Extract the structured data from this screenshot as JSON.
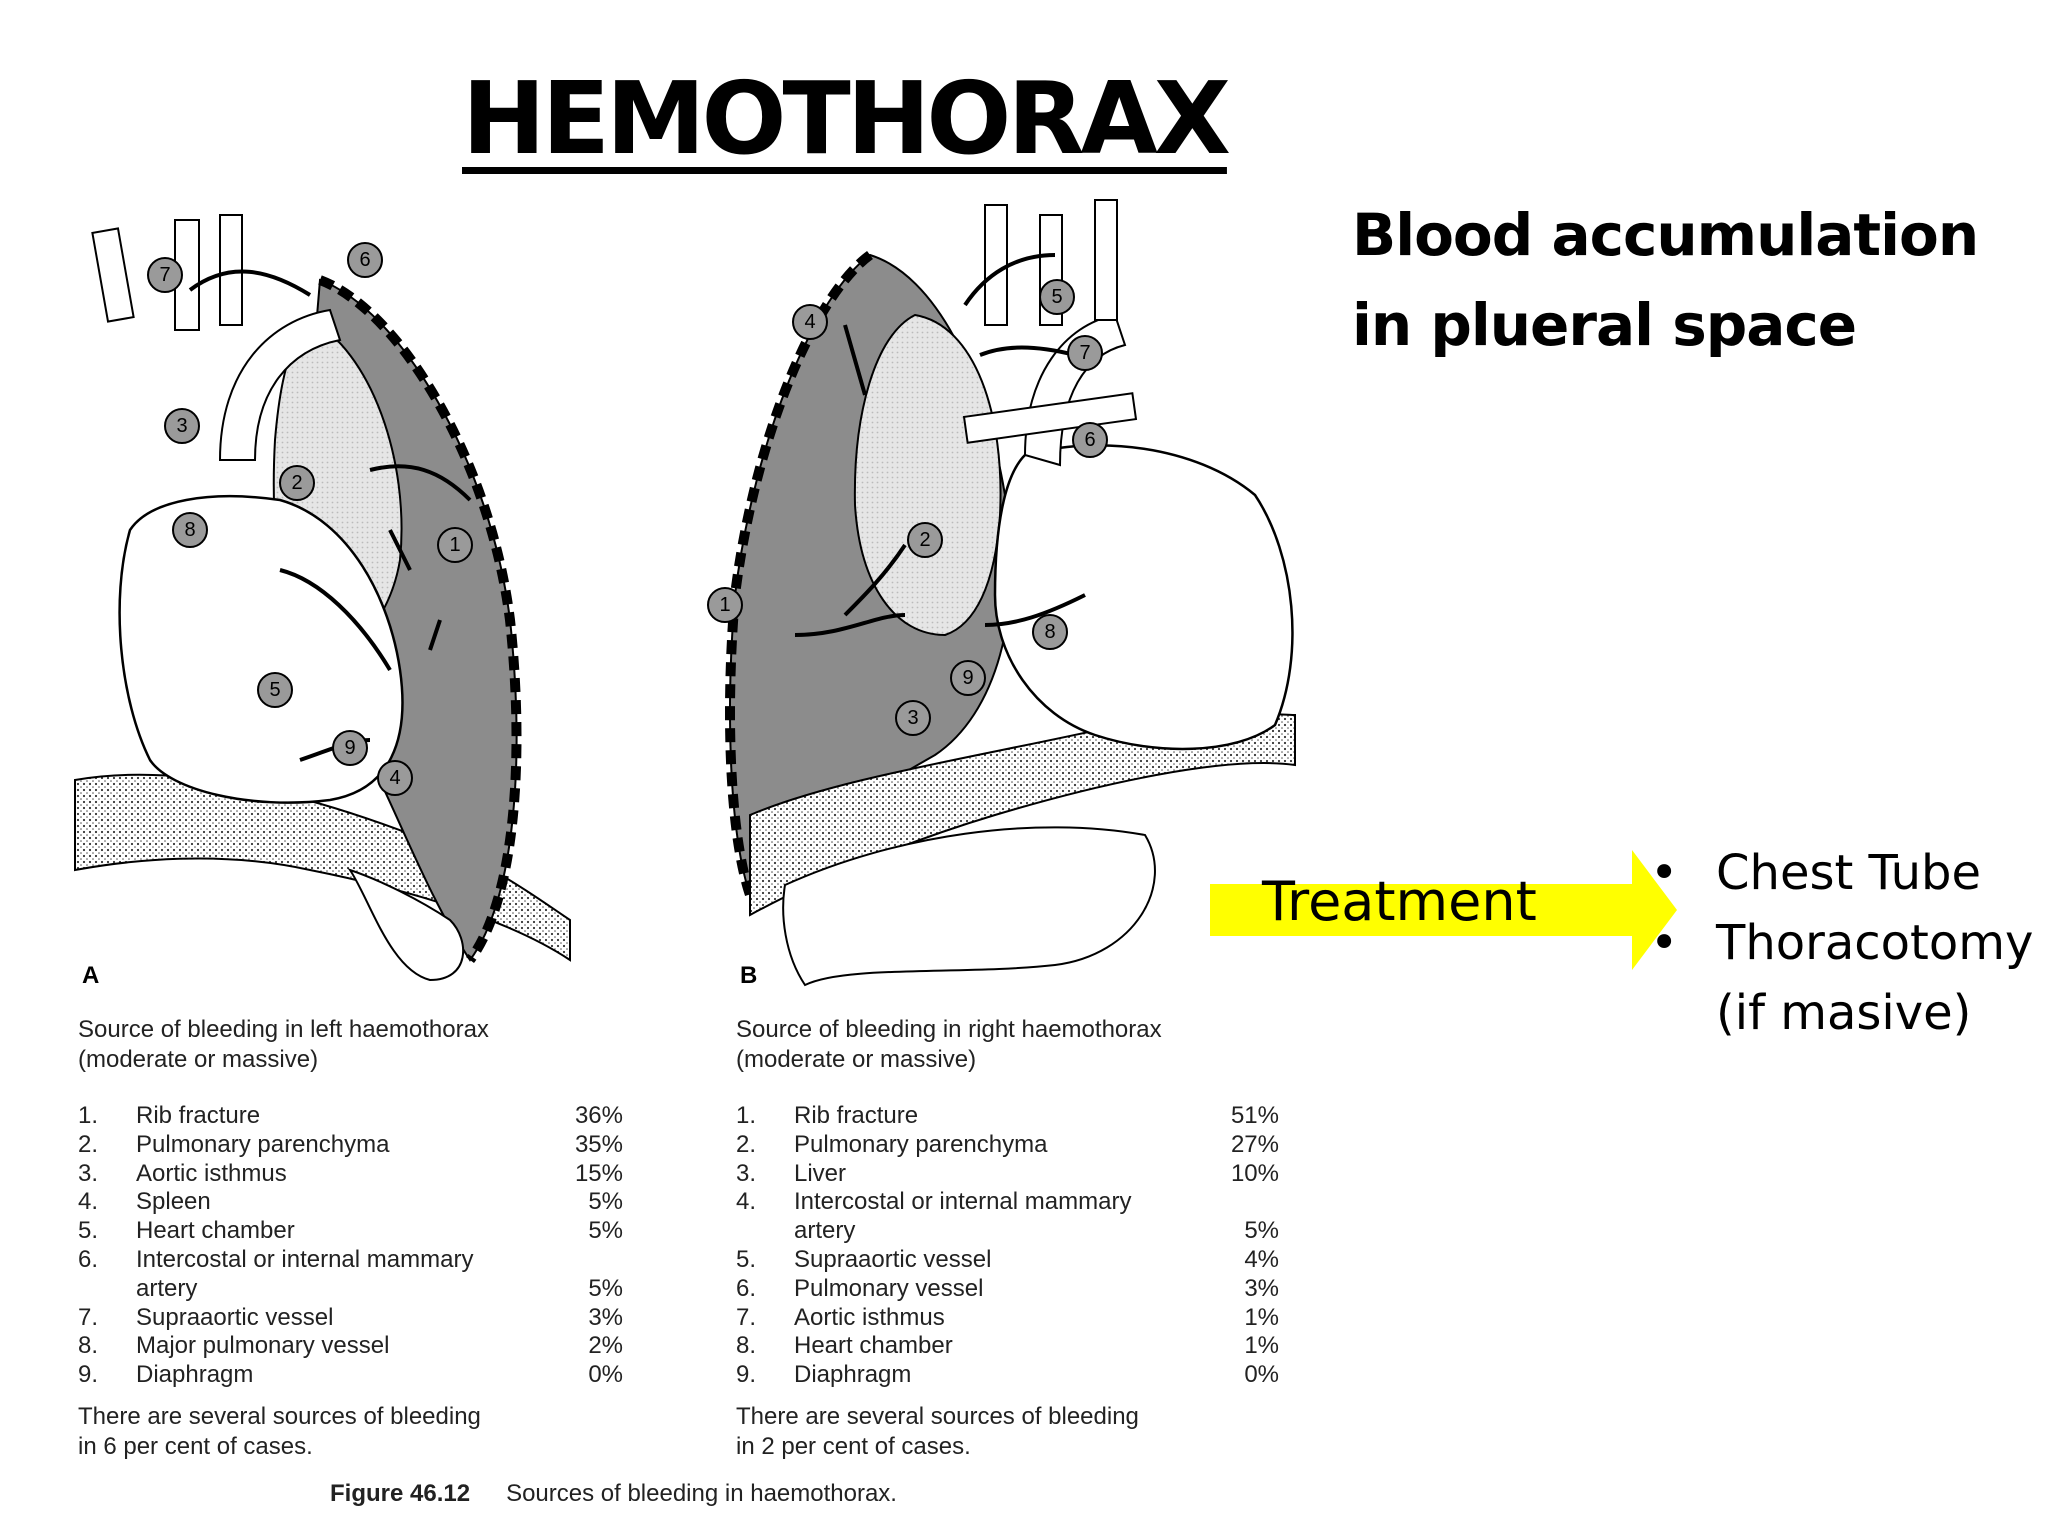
{
  "slide": {
    "title": "HEMOTHORAX",
    "subtitle": "Blood accumulation in plueral space"
  },
  "treatment": {
    "label": "Treatment",
    "arrow_color": "#ffff00",
    "items": [
      {
        "line1": "Chest Tube",
        "line2": ""
      },
      {
        "line1": "Thoracotomy",
        "line2": "(if masive)"
      }
    ]
  },
  "figure": {
    "caption_number": "Figure 46.12",
    "caption_text": "Sources of bleeding in haemothorax.",
    "panels": [
      {
        "letter": "A",
        "caption_line1": "Source of bleeding in left haemothorax",
        "caption_line2": "(moderate or massive)",
        "markers": [
          "1",
          "2",
          "3",
          "4",
          "5",
          "6",
          "7",
          "8",
          "9"
        ],
        "rows": [
          {
            "num": "1.",
            "label": "Rib fracture",
            "pct": "36%"
          },
          {
            "num": "2.",
            "label": "Pulmonary parenchyma",
            "pct": "35%"
          },
          {
            "num": "3.",
            "label": "Aortic isthmus",
            "pct": "15%"
          },
          {
            "num": "4.",
            "label": "Spleen",
            "pct": "5%"
          },
          {
            "num": "5.",
            "label": "Heart chamber",
            "pct": "5%"
          },
          {
            "num": "6.",
            "label": "Intercostal or internal mammary",
            "pct": ""
          },
          {
            "num": "",
            "label": "artery",
            "pct": "5%"
          },
          {
            "num": "7.",
            "label": "Supraaortic vessel",
            "pct": "3%"
          },
          {
            "num": "8.",
            "label": "Major pulmonary vessel",
            "pct": "2%"
          },
          {
            "num": "9.",
            "label": "Diaphragm",
            "pct": "0%"
          }
        ],
        "footnote_line1": "There are several sources of bleeding",
        "footnote_line2": "in 6 per cent of cases."
      },
      {
        "letter": "B",
        "caption_line1": "Source of bleeding in right haemothorax",
        "caption_line2": "(moderate or massive)",
        "markers": [
          "1",
          "2",
          "3",
          "4",
          "5",
          "6",
          "7",
          "8",
          "9"
        ],
        "rows": [
          {
            "num": "1.",
            "label": "Rib fracture",
            "pct": "51%"
          },
          {
            "num": "2.",
            "label": "Pulmonary parenchyma",
            "pct": "27%"
          },
          {
            "num": "3.",
            "label": "Liver",
            "pct": "10%"
          },
          {
            "num": "4.",
            "label": "Intercostal or internal mammary",
            "pct": ""
          },
          {
            "num": "",
            "label": "artery",
            "pct": "5%"
          },
          {
            "num": "5.",
            "label": "Supraaortic vessel",
            "pct": "4%"
          },
          {
            "num": "6.",
            "label": "Pulmonary vessel",
            "pct": "3%"
          },
          {
            "num": "7.",
            "label": "Aortic isthmus",
            "pct": "1%"
          },
          {
            "num": "8.",
            "label": "Heart chamber",
            "pct": "1%"
          },
          {
            "num": "9.",
            "label": "Diaphragm",
            "pct": "0%"
          }
        ],
        "footnote_line1": "There are several sources of bleeding",
        "footnote_line2": "in 2 per cent of cases."
      }
    ]
  }
}
